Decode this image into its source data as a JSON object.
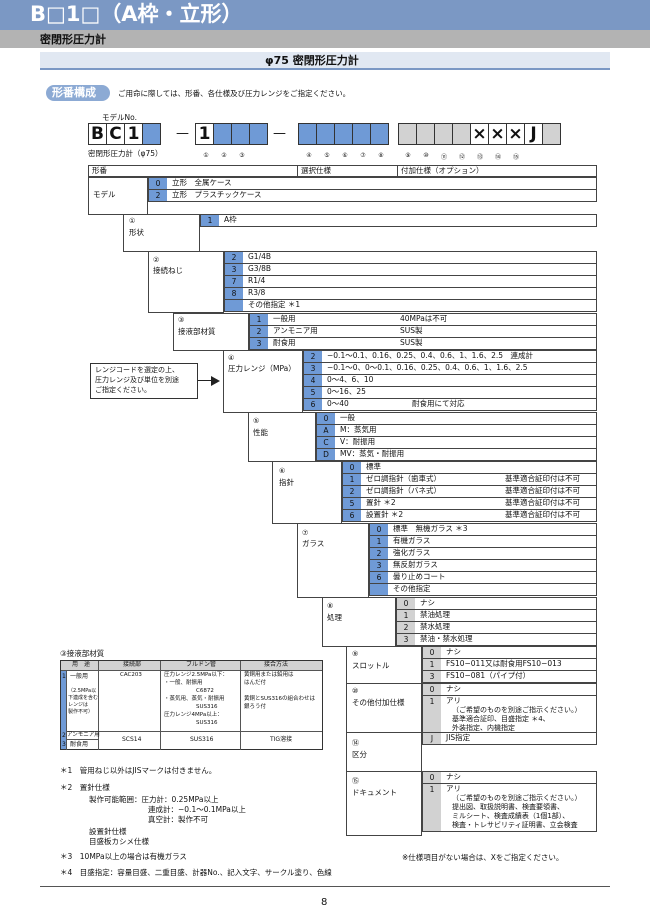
{
  "header": {
    "title": "B□1□（A枠・立形）",
    "subtitle": "密閉形圧力計",
    "section_title": "φ75 密閉形圧力計"
  },
  "intro": {
    "label": "形番構成",
    "note": "ご用命に際しては、形番、各仕様及び圧力レンジをご指定ください。"
  },
  "model_line": {
    "label": "モデルNo.",
    "code_cells": [
      "B",
      "C",
      "1",
      "",
      "1",
      "",
      "",
      "",
      "",
      "",
      "",
      "",
      "",
      "×",
      "×",
      "×",
      "J",
      ""
    ],
    "dash": "—",
    "product_label": "密閉形圧力計（φ75）",
    "numbers": [
      "①",
      "②",
      "③",
      "④",
      "⑤",
      "⑥",
      "⑦",
      "⑧",
      "⑨",
      "⑩",
      "⑪",
      "⑫",
      "⑬",
      "⑭",
      "⑮"
    ]
  },
  "table_header": {
    "col1": "形番",
    "col2": "選択仕様",
    "col3": "付加仕様（オプション）"
  },
  "groups": {
    "model": {
      "label": "モデル",
      "options": [
        {
          "code": "0",
          "text": "立形　全属ケース"
        },
        {
          "code": "2",
          "text": "立形　プラスチックケース"
        }
      ]
    },
    "shape": {
      "num": "①",
      "label": "形状",
      "options": [
        {
          "code": "1",
          "text": "A枠"
        }
      ]
    },
    "connection": {
      "num": "②",
      "label": "接続ねじ",
      "options": [
        {
          "code": "2",
          "text": "G1/4B"
        },
        {
          "code": "3",
          "text": "G3/8B"
        },
        {
          "code": "7",
          "text": "R1/4"
        },
        {
          "code": "8",
          "text": "R3/8"
        },
        {
          "code": "",
          "text": "その他指定 ＊1"
        }
      ]
    },
    "wetted": {
      "num": "③",
      "label": "接液部材質",
      "options": [
        {
          "code": "1",
          "text": "一般用",
          "note": "40MPaは不可"
        },
        {
          "code": "2",
          "text": "アンモニア用",
          "note": "SUS製"
        },
        {
          "code": "3",
          "text": "耐食用",
          "note": "SUS製"
        }
      ]
    },
    "range": {
      "num": "④",
      "label": "圧力レンジ（MPa）",
      "options": [
        {
          "code": "2",
          "text": "−0.1〜0.1、0.16、0.25、0.4、0.6、1、1.6、2.5　連成計"
        },
        {
          "code": "3",
          "text": "−0.1〜0、0〜0.1、0.16、0.25、0.4、0.6、1、1.6、2.5"
        },
        {
          "code": "4",
          "text": "0〜4、6、10"
        },
        {
          "code": "5",
          "text": "0〜16、25"
        },
        {
          "code": "6",
          "text": "0〜40",
          "note": "耐食用にて対応"
        }
      ]
    },
    "performance": {
      "num": "⑤",
      "label": "性能",
      "options": [
        {
          "code": "0",
          "text": "一般"
        },
        {
          "code": "A",
          "text": "M：蒸気用"
        },
        {
          "code": "C",
          "text": "V：耐振用"
        },
        {
          "code": "D",
          "text": "MV：蒸気・耐振用"
        }
      ]
    },
    "pointer": {
      "num": "⑥",
      "label": "指針",
      "options": [
        {
          "code": "0",
          "text": "標準"
        },
        {
          "code": "1",
          "text": "ゼロ調指針（歯車式）",
          "note": "基準適合証印付は不可"
        },
        {
          "code": "2",
          "text": "ゼロ調指針（バネ式）",
          "note": "基準適合証印付は不可"
        },
        {
          "code": "5",
          "text": "置針 ＊2",
          "note": "基準適合証印付は不可"
        },
        {
          "code": "6",
          "text": "設置針 ＊2",
          "note": "基準適合証印付は不可"
        }
      ]
    },
    "glass": {
      "num": "⑦",
      "label": "ガラス",
      "options": [
        {
          "code": "0",
          "text": "標準　無機ガラス ＊3"
        },
        {
          "code": "1",
          "text": "有機ガラス"
        },
        {
          "code": "2",
          "text": "強化ガラス"
        },
        {
          "code": "3",
          "text": "無反射ガラス"
        },
        {
          "code": "6",
          "text": "曇り止めコート"
        },
        {
          "code": "",
          "text": "その他指定"
        }
      ]
    },
    "treatment": {
      "num": "⑧",
      "label": "処理",
      "options": [
        {
          "code": "0",
          "text": "ナシ"
        },
        {
          "code": "1",
          "text": "禁油処理"
        },
        {
          "code": "2",
          "text": "禁水処理"
        },
        {
          "code": "3",
          "text": "禁油・禁水処理"
        }
      ]
    },
    "throttle": {
      "num": "⑨",
      "label": "スロットル",
      "options": [
        {
          "code": "0",
          "text": "ナシ"
        },
        {
          "code": "1",
          "text": "FS10−011又は耐食用FS10−013"
        },
        {
          "code": "3",
          "text": "FS10−081（パイプ付）"
        }
      ]
    },
    "other": {
      "num": "⑩",
      "label": "その他付加仕様",
      "options": [
        {
          "code": "0",
          "text": "ナシ"
        },
        {
          "code": "1",
          "text": "アリ",
          "lines": [
            "（ご希望のものを別途ご指示ください。）",
            "基準適合証印、目盛指定 ＊4、",
            "外装指定、内機指定"
          ]
        }
      ]
    },
    "division": {
      "num": "⑭",
      "label": "区分",
      "options": [
        {
          "code": "J",
          "text": "JIS指定"
        }
      ]
    },
    "document": {
      "num": "⑮",
      "label": "ドキュメント",
      "options": [
        {
          "code": "0",
          "text": "ナシ"
        },
        {
          "code": "1",
          "text": "アリ",
          "lines": [
            "（ご希望のものを別途ご指示ください。）",
            "提出図、取扱説明書、検査要領書、",
            "ミルシート、検査成績表（1個1部）、",
            "検査・トレサビリティ証明書、立会検査"
          ]
        }
      ]
    }
  },
  "callout": {
    "lines": [
      "レンジコードを選定の上、",
      "圧力レンジ及び単位を別途",
      "ご指定ください。"
    ]
  },
  "material_table": {
    "title": "③接液部材質",
    "headers": [
      "用　途",
      "接続部",
      "ブルドン管",
      "接合方法"
    ],
    "general_label": "一般用",
    "general_sub": [
      "（2.5MPa以",
      "下連成を含む",
      "レンジは",
      "製作不可）"
    ],
    "general_rows": [
      [
        "CAC203",
        "圧力レンジ2.5MPa以下：",
        "黄銅用または鉛用は"
      ],
      [
        "",
        "・一般、耐振用",
        "はんだ付"
      ],
      [
        "",
        "C6872",
        ""
      ],
      [
        "",
        "・蒸気用、蒸気・耐振用",
        "黄銅とSUS316の組合わせは"
      ],
      [
        "",
        "SUS316",
        "銀ろう付"
      ],
      [
        "",
        "圧力レンジ4MPa以上：",
        ""
      ],
      [
        "",
        "SUS316",
        ""
      ]
    ],
    "ammonia_label": "アンモニア用",
    "corrosion_label": "耐食用",
    "corrosion_row": [
      "SCS14",
      "SUS316",
      "TIG溶接"
    ],
    "row_nums": [
      "1",
      "2",
      "3"
    ]
  },
  "footnotes": {
    "n1": "＊1　管用ねじ以外はJISマークは付きません。",
    "n2_title": "＊2　置針仕様",
    "n2_lines": [
      "製作可能範囲：圧力計：0.25MPa以上",
      "連成計：−0.1〜0.1MPa以上",
      "真空計：製作不可",
      "設置針仕様",
      "目盛板カシメ仕様"
    ],
    "n3": "＊3　10MPa以上の場合は有機ガラス",
    "n4": "＊4　目盛指定：容量目盛、二重目盛、計器No.、記入文字、サークル塗り、色線",
    "right_note": "※仕様項目がない場合は、Xをご指定ください。"
  },
  "page_number": "8"
}
